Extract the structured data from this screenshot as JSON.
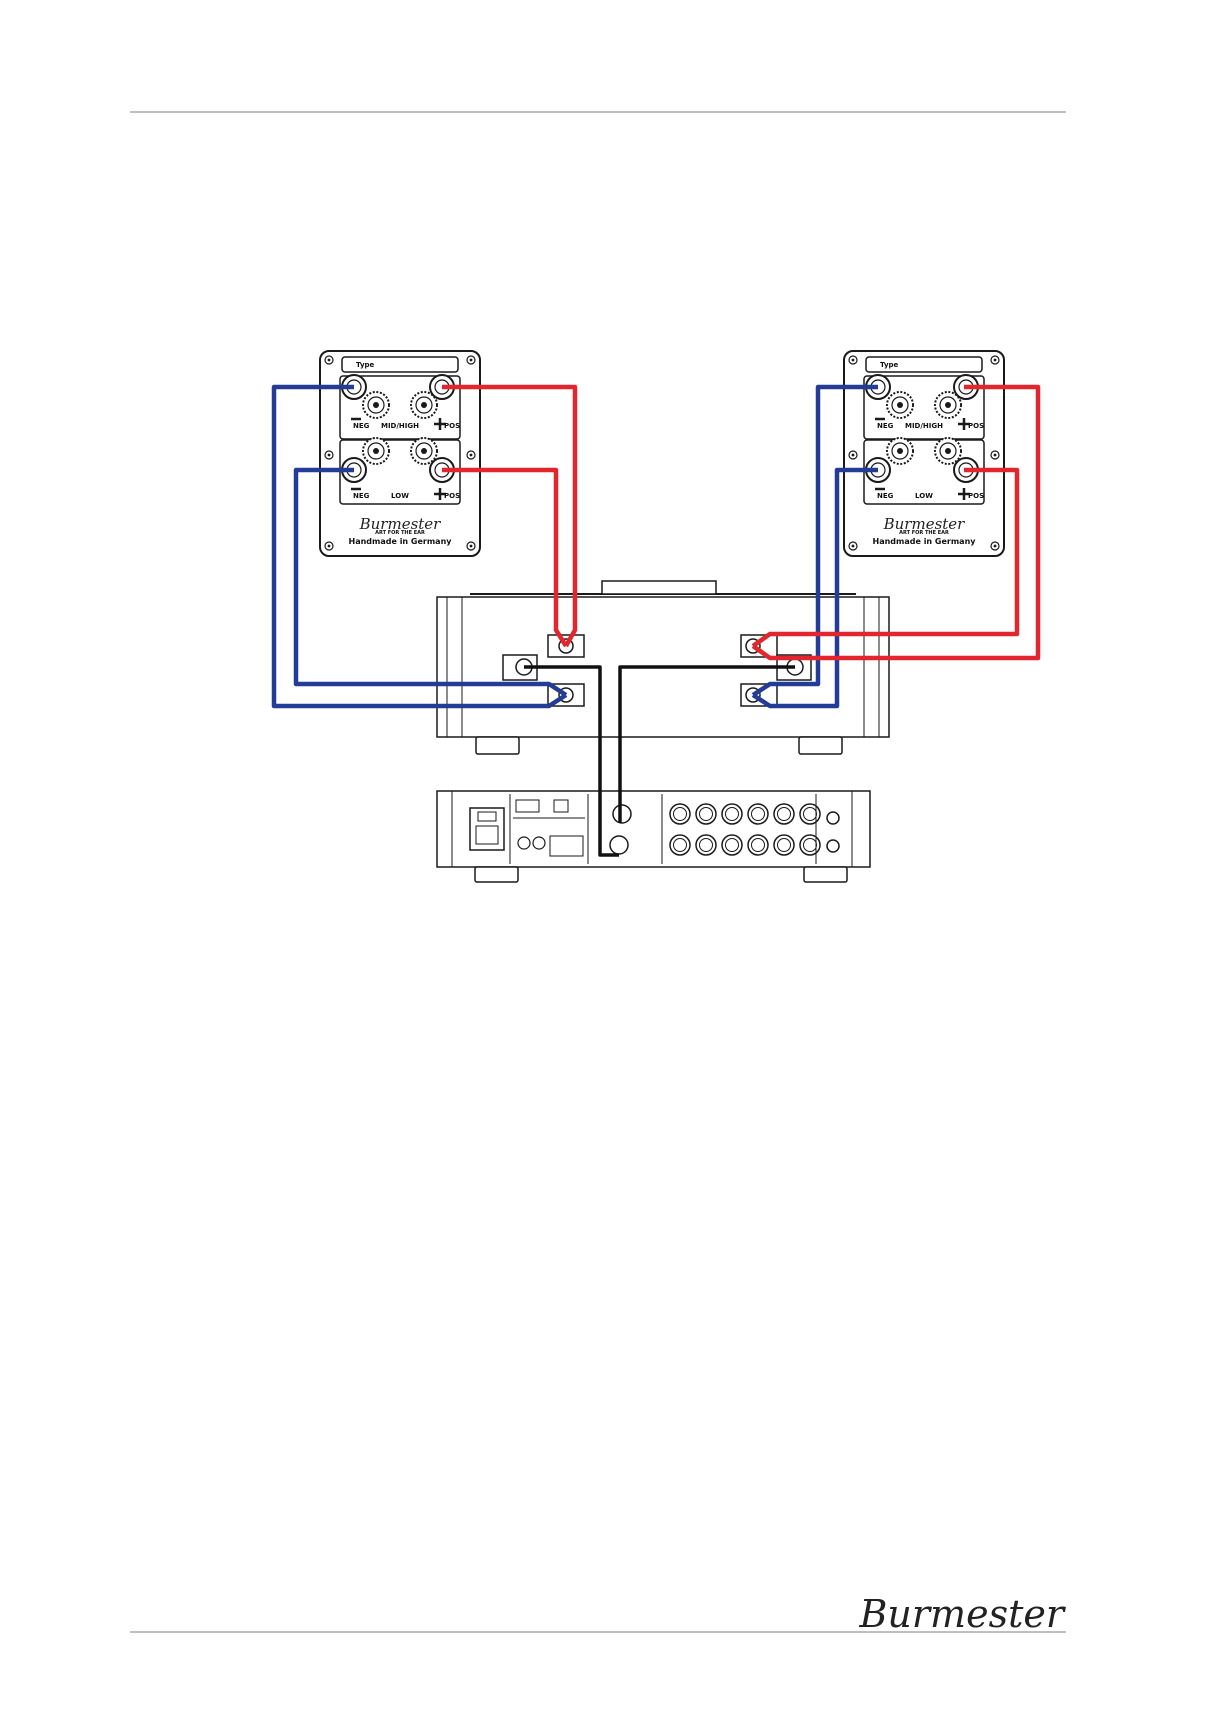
{
  "footer": {
    "logo_text": "Burmester"
  },
  "speaker_left": {
    "type_label": "Type",
    "upper_neg_label": "NEG",
    "upper_section_label": "MID/HIGH",
    "upper_pos_label": "POS",
    "lower_neg_label": "NEG",
    "lower_section_label": "LOW",
    "lower_pos_label": "POS",
    "brand": "Burmester",
    "brand_sub": "ART FOR THE EAR",
    "made_in": "Handmade in Germany"
  },
  "speaker_right": {
    "type_label": "Type",
    "upper_neg_label": "NEG",
    "upper_section_label": "MID/HIGH",
    "upper_pos_label": "POS",
    "lower_neg_label": "NEG",
    "lower_section_label": "LOW",
    "lower_pos_label": "POS",
    "brand": "Burmester",
    "brand_sub": "ART FOR THE EAR",
    "made_in": "Handmade in Germany"
  },
  "colors": {
    "negative_cable": "#233d97",
    "positive_cable": "#e3262d",
    "signal_cable": "#111111",
    "outline": "#1a1a1a"
  }
}
